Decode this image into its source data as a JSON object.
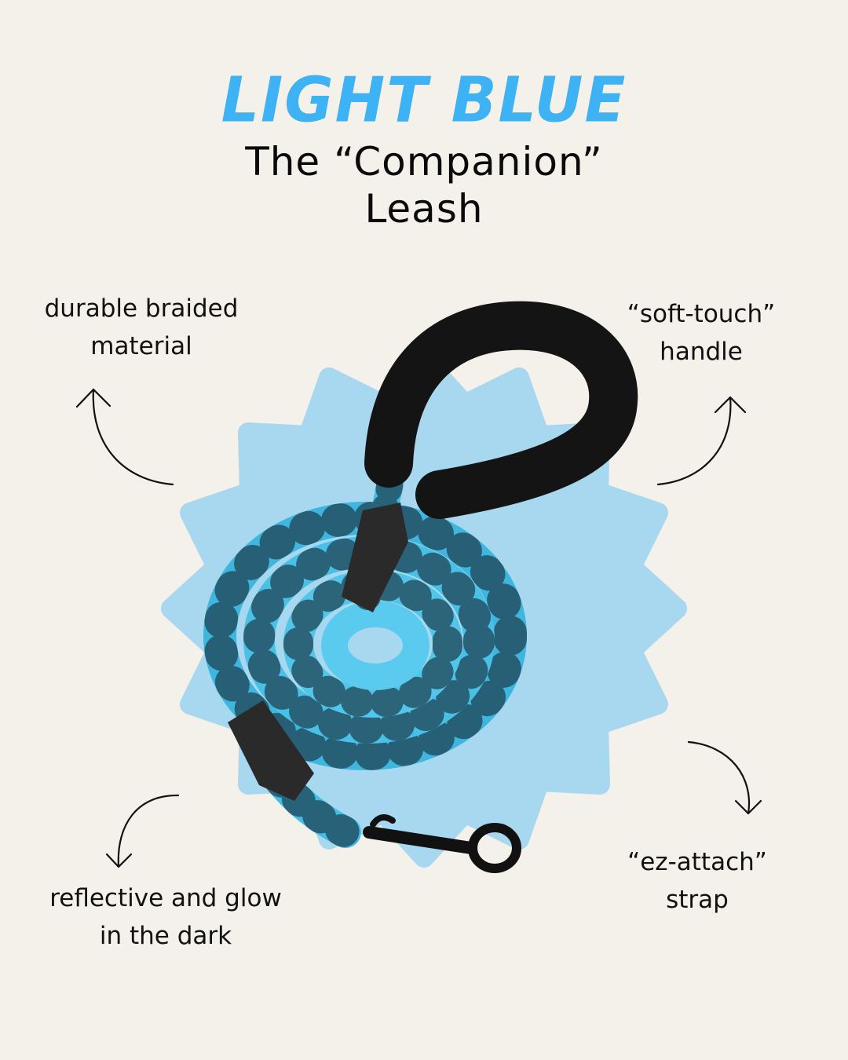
{
  "heading": {
    "color_label": "LIGHT BLUE"
  },
  "subtitle": {
    "line1": "The “Companion”",
    "line2": "Leash"
  },
  "callouts": [
    {
      "id": "braided",
      "line1": "durable braided",
      "line2": "material",
      "arrow": "curved-up-left"
    },
    {
      "id": "handle",
      "line1": "“soft-touch”",
      "line2": "handle",
      "arrow": "curved-up-right"
    },
    {
      "id": "reflective",
      "line1": "reflective and glow",
      "line2": "in the dark",
      "arrow": "curved-down-left"
    },
    {
      "id": "strap",
      "line1": "“ez-attach”",
      "line2": "strap",
      "arrow": "curved-down-right"
    }
  ],
  "product": {
    "name": "Companion Leash",
    "color": "light blue",
    "image": "coiled-rope-leash"
  },
  "colors": {
    "background": "#F4F0EA",
    "accent": "#3DB2F5",
    "starburst": "#A8D8F0",
    "rope": "#45BEE6",
    "handle": "#121212"
  }
}
